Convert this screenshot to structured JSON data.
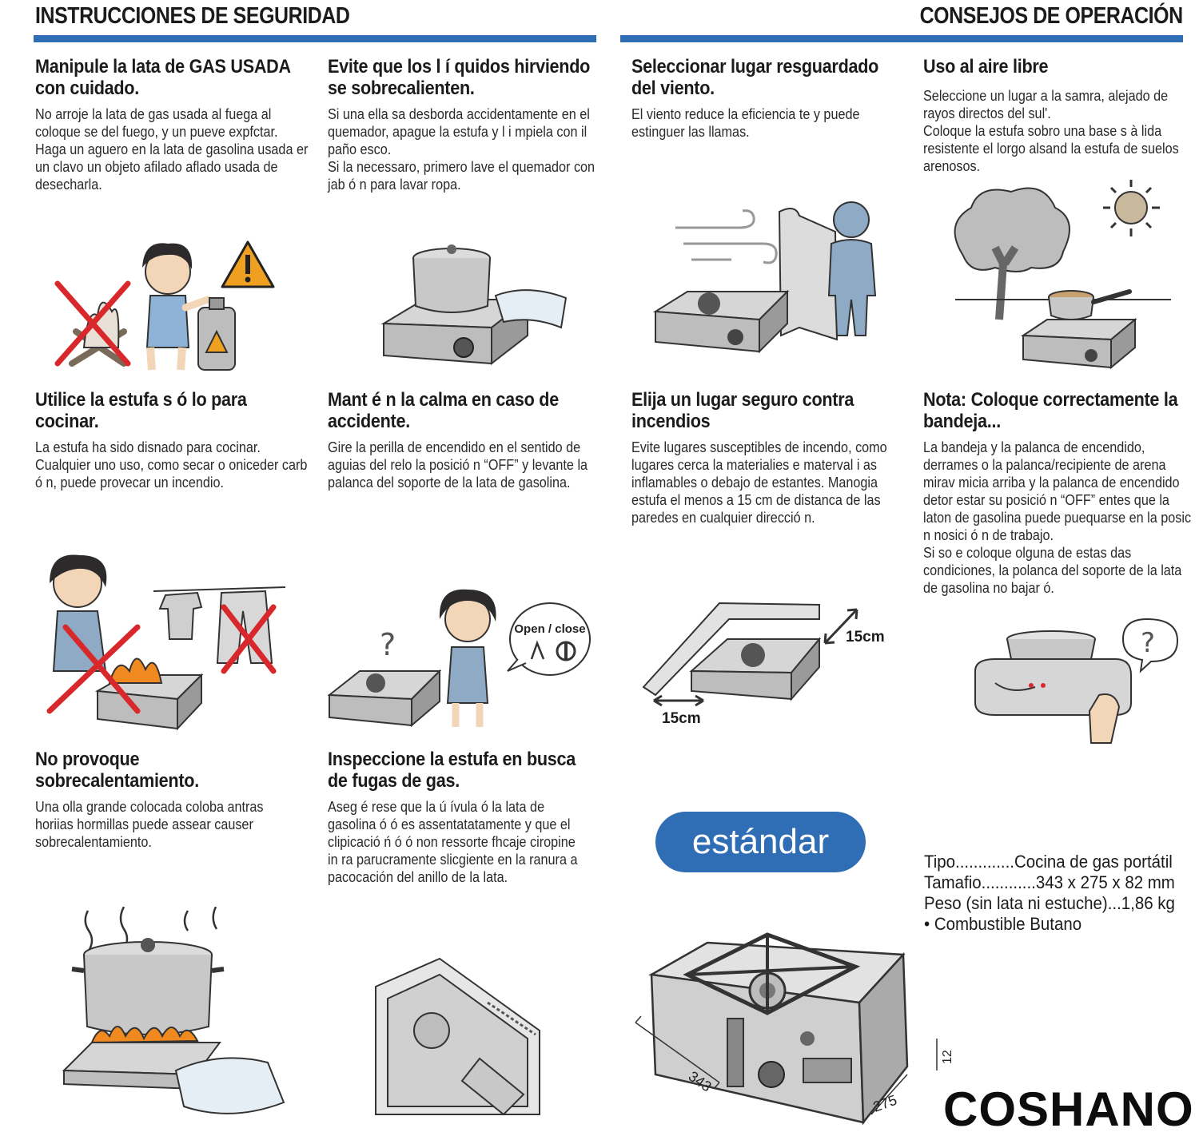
{
  "headers": {
    "left": "INSTRUCCIONES DE SEGURIDAD",
    "right": "CONSEJOS DE OPERACIÓN"
  },
  "colors": {
    "accent": "#2f6db5",
    "warning": "#f0a020",
    "cross": "#d8282c"
  },
  "sections": {
    "s1": {
      "title": "Manipule la lata de GAS USADA con cuidado.",
      "text": "No arroje la lata de gas usada al fuega al coloque se del fuego, y un pueve expfctar.\nHaga un aguero en la lata de gasolina usada er un clavo un objeto afilado aflado usada de desecharla."
    },
    "s2": {
      "title": "Evite que los l í quidos hirviendo se sobrecalienten.",
      "text": "Si una ella sa desborda accidentamente en el quemador, apague la estufa y l i mpiela con il paño esco.\nSi la necessaro, primero lave el quemador con jab ó n para lavar ropa."
    },
    "s3": {
      "title": "Seleccionar lugar resguardado del viento.",
      "text": "El viento reduce la eficiencia te y puede estinguer las llamas."
    },
    "s4": {
      "title": "Uso al aire libre",
      "text": "Seleccione un lugar a la samra, alejado de rayos directos del sul'.\nColoque la estufa sobro una base s à lida resistente el lorgo alsand la estufa de suelos arenosos."
    },
    "s5": {
      "title": "Utilice la estufa s ó lo para cocinar.",
      "text": "La estufa ha sido disnado para cocinar. Cualquier uno uso, como secar o  oniceder carb ó n, puede provecar un incendio."
    },
    "s6": {
      "title": "Mant é n la calma en caso de accidente.",
      "text": "Gire la perilla de encendido en el sentido de aguias del relo la posició n “OFF” y levante la palanca del soporte de la lata de gasolina."
    },
    "s7": {
      "title": "Elija un lugar seguro contra incendios",
      "text": "Evite lugares susceptibles de incendo, como lugares cerca la materialies e materval i as inflamables o debajo de estantes. Manogia estufa el menos a 15 cm de distanca de las paredes en cualquier direcció n."
    },
    "s8": {
      "title": "Nota: Coloque correctamente la bandeja...",
      "text": "La bandeja y la palanca de encendido, derrames o la palanca/recipiente de arena mirav micia arriba y la palanca de encendido detor estar su posició n “OFF” entes que la laton de gasolina puede puequarse en la posic n nosici ó n de trabajo.\nSi so e coloque olguna de estas das condiciones, la polanca del soporte de la lata de gasolina no bajar ó."
    },
    "s9": {
      "title": "No provoque sobrecalentamiento.",
      "text": "Una olla grande colocada coloba antras horiias hormillas puede assear causer sobrecalentamiento."
    },
    "s10": {
      "title": "Inspeccione la estufa en busca de fugas de gas.",
      "text": "Aseg é rese que la ú ívula ó la lata de gasolina ó ó es assentatatamente y que el clipicació ń ó ó non ressorte fhcaje ciropine in ra parucramente slicgiente en la ranura a pacocación del anillo de la lata."
    }
  },
  "labels": {
    "open_close": "Open / close",
    "dist_side": "15cm",
    "dist_back": "15cm",
    "dim_length": "343",
    "dim_width": "275",
    "dim_height": "12"
  },
  "badge": "estándar",
  "specs": {
    "tipo": "Tipo.............Cocina de gas portátil",
    "tamano": "Tamafio............343 x 275 x 82 mm",
    "peso": "Peso (sin lata ni estuche)...1,86 kg",
    "combustible": "• Combustible Butano"
  },
  "brand": "COSHANO"
}
